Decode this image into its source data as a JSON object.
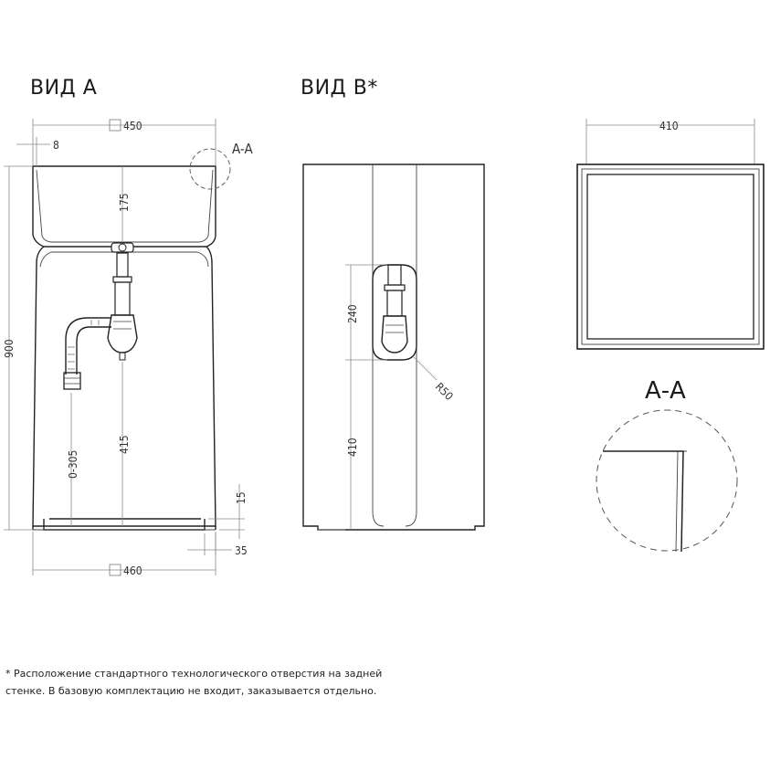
{
  "views": {
    "view_a": {
      "title": "ВИД А"
    },
    "view_b": {
      "title": "ВИД В*"
    },
    "section": {
      "marker": "A-A",
      "title": "A-A"
    }
  },
  "dimensions": {
    "top_width": "450",
    "rim_offset": "8",
    "bowl_depth": "175",
    "total_height": "900",
    "drain_height": "415",
    "inlet_range": "0-305",
    "plinth_height": "15",
    "plinth_inset": "35",
    "base_width": "460",
    "access_height": "240",
    "access_radius": "R50",
    "access_offset": "410",
    "plan_width": "410"
  },
  "footnote": {
    "line1": "* Расположение стандартного технологического отверстия на задней",
    "line2": "стенке. В базовую комплектацию не входит, заказывается отдельно."
  }
}
